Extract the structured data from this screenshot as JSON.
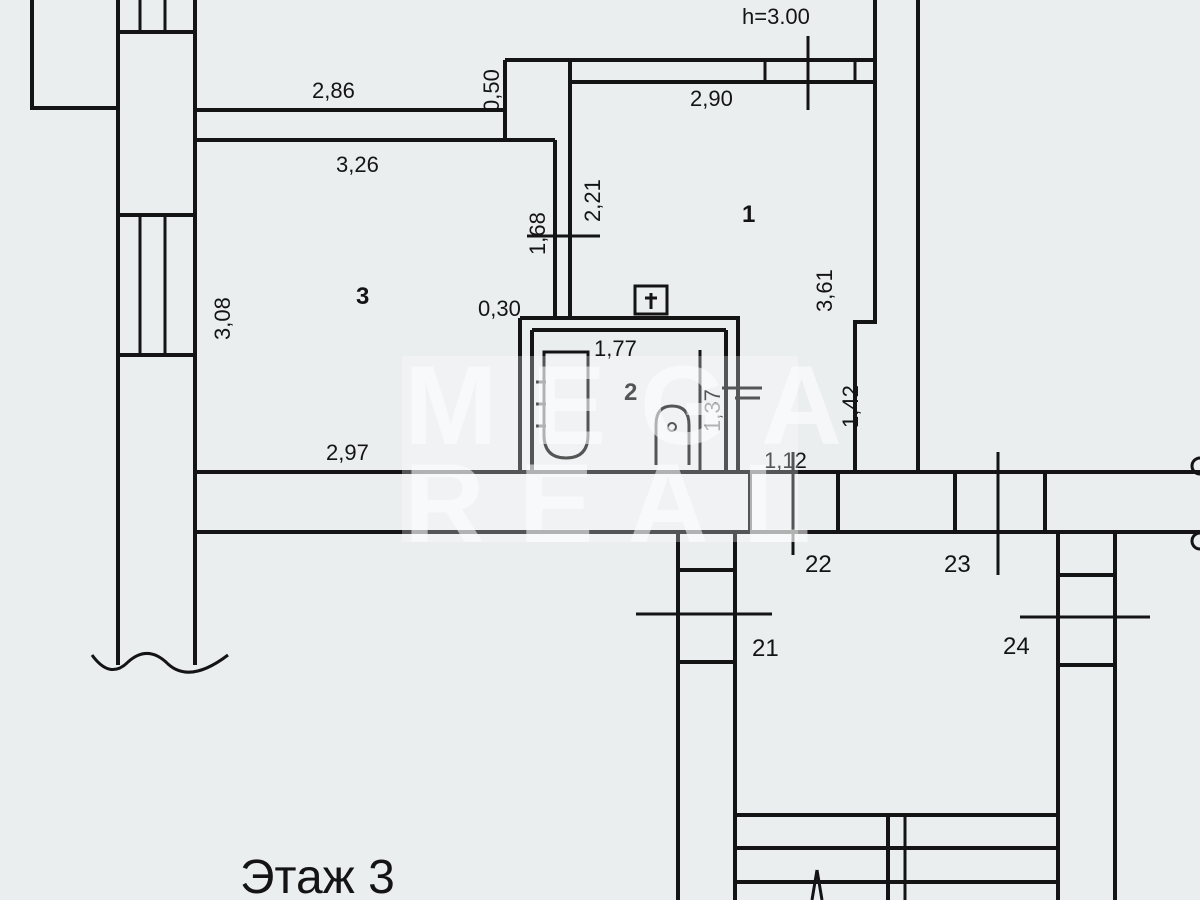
{
  "plan": {
    "ceiling_height": "h=3.00",
    "floor_label": "Этаж 3",
    "watermark": {
      "line1": "MEGA",
      "line2": "REAL"
    },
    "rooms": {
      "r1": "1",
      "r2": "2",
      "r3": "3"
    },
    "dimensions": {
      "d286": "2,86",
      "d050": "0,50",
      "d290": "2,90",
      "d326": "3,26",
      "d221": "2,21",
      "d168": "1,68",
      "d308": "3,08",
      "d361": "3,61",
      "d030": "0,30",
      "d177": "1,77",
      "d137": "1,37",
      "d142": "1,42",
      "d297": "2,97",
      "d112": "1,12"
    },
    "axes": {
      "a21": "21",
      "a22": "22",
      "a23": "23",
      "a24": "24"
    }
  },
  "colors": {
    "paper": "#ebeeef",
    "ink": "#141414"
  }
}
